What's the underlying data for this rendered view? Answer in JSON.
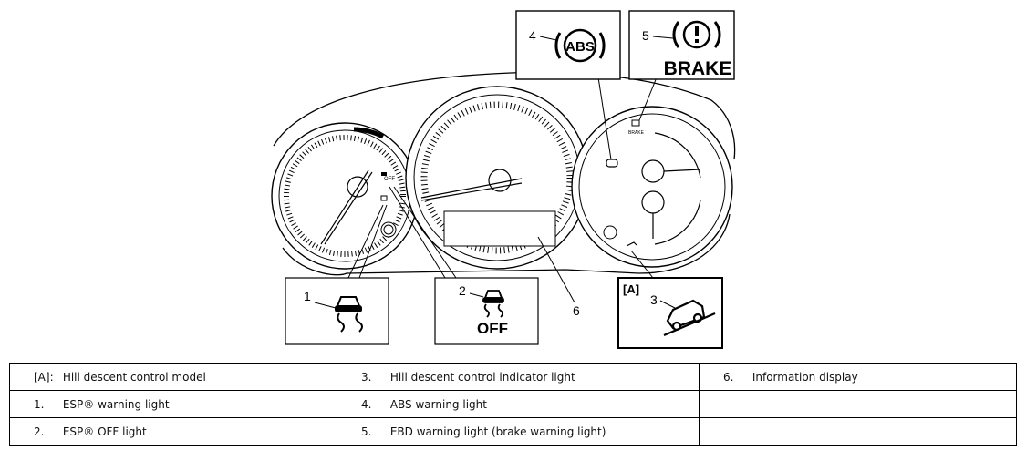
{
  "callouts": {
    "c1": "1",
    "c2": "2",
    "c3": "3",
    "c4": "4",
    "c5": "5",
    "c6": "6",
    "model_tag": "[A]"
  },
  "icons": {
    "abs_label": "ABS",
    "brake_label": "BRAKE",
    "esp_off_label": "OFF",
    "cluster_brake_label": "BRAKE",
    "cluster_off_label": "OFF"
  },
  "legend": {
    "rows": [
      [
        {
          "num": "[A]:",
          "text": "Hill descent control model"
        },
        {
          "num": "3.",
          "text": "Hill descent control indicator light"
        },
        {
          "num": "6.",
          "text": "Information display"
        }
      ],
      [
        {
          "num": "1.",
          "text": "ESP® warning light"
        },
        {
          "num": "4.",
          "text": "ABS warning light"
        },
        {
          "num": "",
          "text": ""
        }
      ],
      [
        {
          "num": "2.",
          "text": "ESP® OFF light"
        },
        {
          "num": "5.",
          "text": "EBD warning light (brake warning light)"
        },
        {
          "num": "",
          "text": ""
        }
      ]
    ]
  }
}
